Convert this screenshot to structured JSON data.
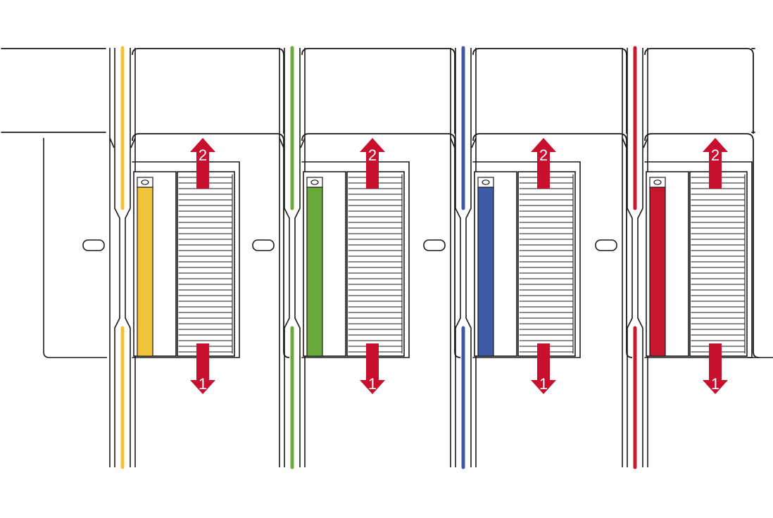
{
  "diagram": {
    "arrow_color": "#c8102e",
    "line_color": "#1a1a1a",
    "arrow_labels": {
      "down": "1",
      "up": "2"
    },
    "units": [
      {
        "name": "yellow",
        "color": "#f0c43a"
      },
      {
        "name": "green",
        "color": "#6aaa3a"
      },
      {
        "name": "blue",
        "color": "#3f5aa6"
      },
      {
        "name": "red",
        "color": "#c8172d"
      }
    ]
  }
}
